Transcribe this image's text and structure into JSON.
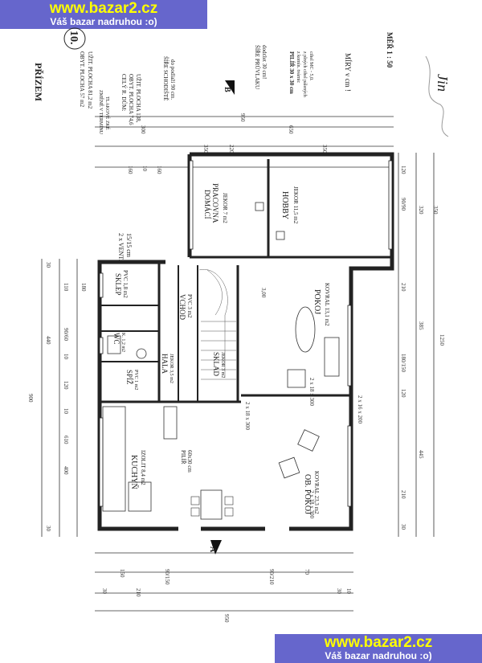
{
  "banners": {
    "top": {
      "url": "www.bazar2.cz",
      "tagline": "Váš bazar nadruhou   :o)"
    },
    "bottom": {
      "url": "www.bazar2.cz",
      "tagline": "Váš bazar nadruhou   :o)"
    }
  },
  "header": {
    "floor_title": "PŘÍZEM",
    "sheet_number": "10.",
    "area_lines": [
      "OBYT. PLOCHA 57 m2",
      "UŽIT. PLOCHA 81,2 m2",
      "ZMĚNĚ V TERMÍNU",
      "TLAKOVÉ ZKÉ",
      "CELÝ R. DŮM:",
      "OBYT. PLOCHA 74,6",
      "UŽIT. PLOCHA 138,"
    ],
    "stair_note": [
      "ŠÍŘE SCHODIŠTĚ",
      "do podlaží 90 cm."
    ],
    "section_mark_top": "B",
    "pillar_note": [
      "ŠÍŘE PRŮVLAKU",
      "dodržet 30 cm!"
    ],
    "column_note": [
      "PILÍŘ 30 x 30 cm",
      "z komín. tvárnic",
      "z plných cihel pálených",
      "cihel MC - 5,0."
    ],
    "units": "MÍRY v cm !",
    "scale": "MĚŘ  1 : 50",
    "signature": "Jin"
  },
  "rooms": [
    {
      "id": "domaci",
      "name": [
        "DOMÁCÍ",
        "PRACOVNA"
      ],
      "floor": "JEKOR 7 m2"
    },
    {
      "id": "hobby",
      "name": [
        "HOBBY"
      ],
      "floor": "JEKOR 11,5 m2"
    },
    {
      "id": "sklep",
      "name": [
        "SKLEP"
      ],
      "floor": "PVC 1,8 m2"
    },
    {
      "id": "vchod",
      "name": [
        "VCHOD"
      ],
      "floor": "PVC 3 m2"
    },
    {
      "id": "pokoj",
      "name": [
        "POKOJ"
      ],
      "floor": "KOVRAL 13,1 m2"
    },
    {
      "id": "wc",
      "name": [
        "WC"
      ],
      "floor": "K. 1,2 m2"
    },
    {
      "id": "hala",
      "name": [
        "HALA"
      ],
      "floor": "JEKOR 3,5 m2"
    },
    {
      "id": "sklad",
      "name": [
        "SKLAD"
      ],
      "floor": "JEKOR 3 m2"
    },
    {
      "id": "spiz",
      "name": [
        "SPÍŽ"
      ],
      "floor": "PVC 1 m2"
    },
    {
      "id": "kuchyn",
      "name": [
        "KUCHYŇ"
      ],
      "floor": "IZOLIT 8,4 m2"
    },
    {
      "id": "obpokoj",
      "name": [
        "OB. POKOJ"
      ],
      "floor": "KOVRAL 23,3 m2"
    }
  ],
  "annotations": {
    "vent": [
      "2 x VENT.",
      "15/15 cm"
    ],
    "pilir": [
      "PILÍŘ",
      "60x30 cm"
    ],
    "window_codes": [
      "2 x 18 x 300",
      "2 x 18 x 300",
      "2 x 18 x 300",
      "2 x 16 x 200"
    ],
    "section_mark_bottom": "A",
    "stair_steps": "3,00",
    "plan_dim_top_total": "950",
    "plan_dim_left_total": "900",
    "plan_dim_right_total": "1250",
    "plan_dim_bottom_total": "950"
  },
  "dimensions": {
    "top_row1": [
      "300",
      "650"
    ],
    "top_row2": [
      "350",
      "220",
      "350"
    ],
    "top_row3": [
      "160",
      "10",
      "160"
    ],
    "left_col": [
      "30",
      "110",
      "180",
      "440",
      "90/60",
      "10",
      "120",
      "10",
      "610",
      "400",
      "30"
    ],
    "right_col": [
      "120",
      "320",
      "90/90",
      "350",
      "210",
      "385",
      "180/150",
      "120",
      "445",
      "210",
      "30"
    ],
    "bottom_row1": [
      "150",
      "90/150",
      "90/210",
      "70"
    ],
    "bottom_row2": [
      "210",
      "30",
      "30",
      "10"
    ]
  }
}
